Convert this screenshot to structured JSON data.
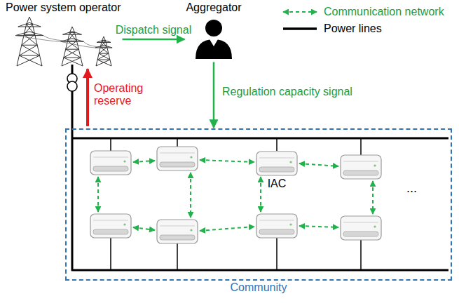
{
  "diagram": {
    "nodes": [
      {
        "text": [
          "Power system operator"
        ]
      },
      {
        "text": [
          "Aggregator"
        ]
      },
      {
        "text": [
          "Community"
        ]
      },
      {
        "text": [
          "IAC"
        ],
        "in": 2
      }
    ],
    "edges": [
      {
        "from": 0,
        "to": 1,
        "arrow": "to",
        "label": "Dispatch signal"
      },
      {
        "from": 1,
        "to": 2,
        "arrow": "to",
        "label": "Regulation capacity signal"
      },
      {
        "from": 2,
        "to": 0,
        "arrow": "to",
        "label": "Operating reserve"
      }
    ],
    "labels": [
      "..."
    ],
    "legend": [
      {
        "text": "Communication network"
      },
      {
        "text": "Power lines"
      }
    ]
  }
}
